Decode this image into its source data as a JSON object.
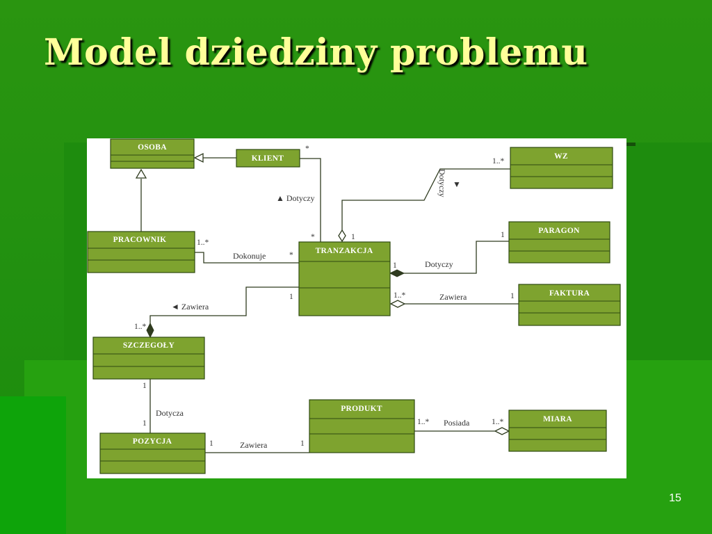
{
  "slide": {
    "title": "Model dziedziny problemu",
    "page_number": "15"
  },
  "diagram": {
    "entities": {
      "osoba": "OSOBA",
      "klient": "KLIENT",
      "wz": "WZ",
      "pracownik": "PRACOWNIK",
      "tranzakcja": "TRANZAKCJA",
      "paragon": "PARAGON",
      "faktura": "FAKTURA",
      "szczegoly": "SZCZEGOŁY",
      "produkt": "PRODUKT",
      "miara": "MIARA",
      "pozycja": "POZYCJA"
    },
    "associations": {
      "klient_tranzakcja": "▲ Dotyczy",
      "tranzakcja_wz": "Dotyczy",
      "wz_arrow": "▼",
      "pracownik_tranzakcja": "Dokonuje",
      "tranzakcja_paragon": "Dotyczy",
      "tranzakcja_faktura": "Zawiera",
      "tranzakcja_szczegoly": "◄ Zawiera",
      "szczegoly_pozycja": "Dotycza",
      "pozycja_produkt": "Zawiera",
      "produkt_miara": "Posiada"
    },
    "multiplicities": {
      "klient_side": "*",
      "tranzakcja_klient_side": "*",
      "wz_side": "1..*",
      "tranzakcja_wz_side": "1",
      "pracownik_side": "1..*",
      "tranzakcja_pracownik_side": "*",
      "paragon_side": "1",
      "tranzakcja_paragon_side": "1",
      "tranzakcja_faktura_side": "1..*",
      "faktura_side": "1",
      "tranzakcja_szczegoly_side": "1",
      "szczegoly_side": "1..*",
      "szczegoly_pozycja_side": "1",
      "pozycja_szczegoly_side": "1",
      "pozycja_produkt_side": "1",
      "produkt_pozycja_side": "1",
      "produkt_miara_side": "1..*",
      "miara_side": "1..*"
    }
  },
  "colors": {
    "entity_fill": "#7ea32f",
    "entity_border": "#2f4a12",
    "line": "#2f3b1f",
    "title_text": "#ffff99"
  }
}
